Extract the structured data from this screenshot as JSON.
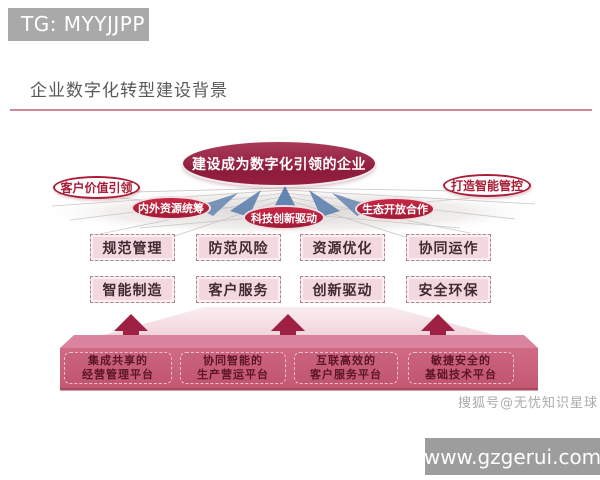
{
  "header": {
    "tg_badge": "TG: MYYJJPP",
    "title": "企业数字化转型建设背景"
  },
  "diagram": {
    "vision": "建设成为数字化引领的企业",
    "ribbons": [
      {
        "label": "客户价值引领",
        "style": "outline"
      },
      {
        "label": "内外资源统筹",
        "style": "filled"
      },
      {
        "label": "科技创新驱动",
        "style": "filled"
      },
      {
        "label": "生态开放合作",
        "style": "filled"
      },
      {
        "label": "打造智能管控",
        "style": "outline"
      }
    ],
    "capability_rows": [
      [
        "规范管理",
        "防范风险",
        "资源优化",
        "协同运作"
      ],
      [
        "智能制造",
        "客户服务",
        "创新驱动",
        "安全环保"
      ]
    ],
    "platforms": [
      {
        "line1": "集成共享的",
        "line2": "经营管理平台"
      },
      {
        "line1": "协同智能的",
        "line2": "生产营运平台"
      },
      {
        "line1": "互联高效的",
        "line2": "客户服务平台"
      },
      {
        "line1": "敏捷安全的",
        "line2": "基础技术平台"
      }
    ]
  },
  "watermarks": {
    "sohu": "搜狐号@无忧知识星球",
    "website": "www.gzgerui.com"
  },
  "colors": {
    "accent_dark_red": "#9e2143",
    "ribbon_red": "#b51f3a",
    "platform_rose": "#cd6480",
    "light_pink_box": "#f4d8df",
    "ray_blue": "#5b7fae",
    "badge_gray": "#a9a9a9",
    "title_gray": "#595959"
  }
}
